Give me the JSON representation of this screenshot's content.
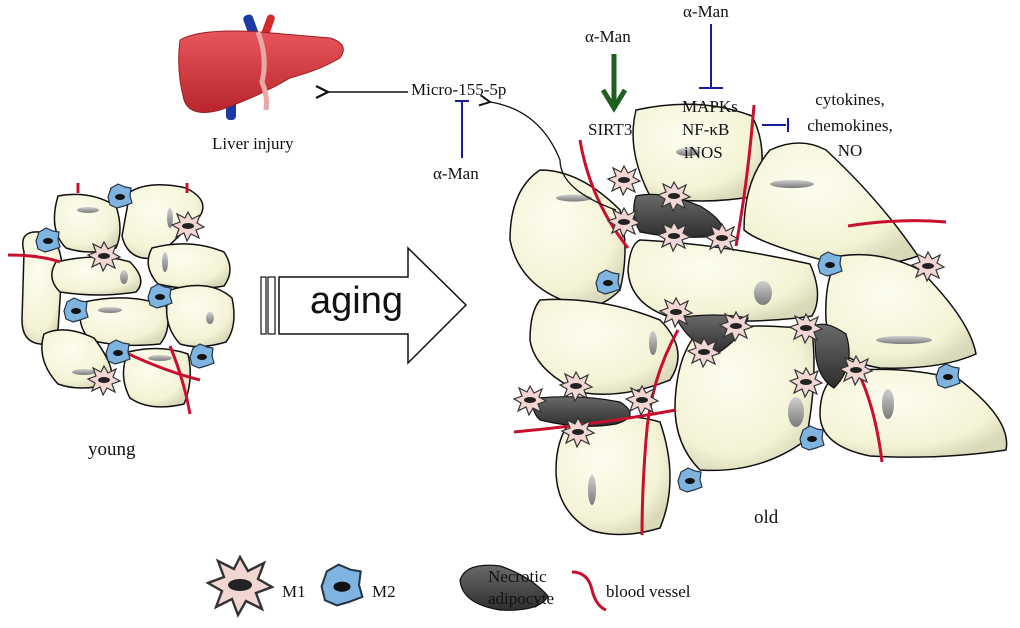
{
  "diagram": {
    "labels": {
      "liver": "Liver injury",
      "micro": "Micro-155-5p",
      "aman_micro": "α-Man",
      "aman_sirt": "α-Man",
      "aman_mapk": "α-Man",
      "sirt3": "SIRT3",
      "mapks": "MAPKs",
      "nfkb": "NF-κB",
      "inos": "iNOS",
      "cytokines": "cytokines,",
      "chemokines": "chemokines,",
      "no": "NO",
      "young": "young",
      "old": "old",
      "aging": "aging"
    },
    "legend": [
      {
        "key": "m1",
        "label": "M1"
      },
      {
        "key": "m2",
        "label": "M2"
      },
      {
        "key": "necrotic",
        "label_line1": "Necrotic",
        "label_line2": "adipocyte"
      },
      {
        "key": "vessel",
        "label": "blood vessel"
      }
    ],
    "colors": {
      "adipocyte": "#f6f5dc",
      "necrotic": "#3f3f3f",
      "m1": "#f1d6d3",
      "m2": "#7fb4e0",
      "vessel": "#c8102e",
      "inhibit": "#1a1aa0",
      "activate": "#1f5f1f",
      "liver": "#d9353b"
    }
  }
}
